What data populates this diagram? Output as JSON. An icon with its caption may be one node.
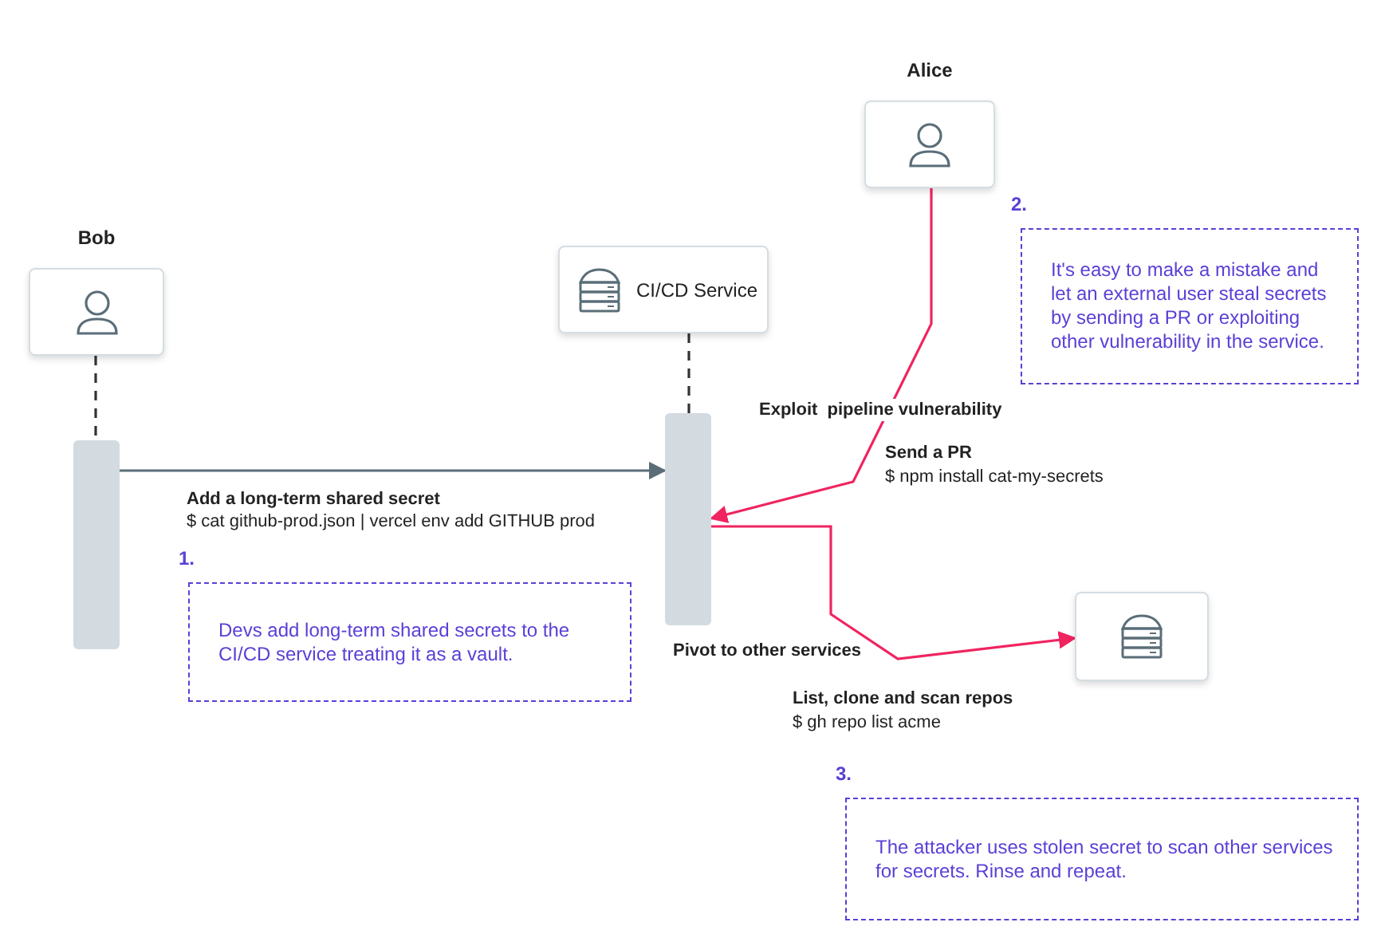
{
  "diagram": {
    "nodes": [
      {
        "text": [
          "Bob"
        ]
      },
      {
        "text": [
          "CI/CD Service"
        ]
      },
      {
        "text": [
          "Alice"
        ]
      },
      {
        "text": [],
        "shape": "box"
      },
      {
        "text": [],
        "shape": "bar"
      },
      {
        "text": [],
        "shape": "bar"
      },
      {
        "text": [
          "1.",
          "Devs add long-term shared secrets to the CI/CD service treating it as a vault."
        ]
      },
      {
        "text": [
          "2.",
          "It's easy to make a mistake and let an external user steal secrets by sending a PR or exploiting other vulnerability in the service."
        ]
      },
      {
        "text": [
          "3.",
          "The attacker uses stolen secret to scan other services for secrets. Rinse and repeat."
        ]
      }
    ],
    "edges": [
      {
        "from": 0,
        "to": 4,
        "arrow": "none",
        "style": "dashed"
      },
      {
        "from": 1,
        "to": 5,
        "arrow": "none",
        "style": "dashed"
      },
      {
        "from": 4,
        "to": 5,
        "arrow": "to",
        "label": "Add a long-term shared secret"
      },
      {
        "from": 2,
        "to": 5,
        "arrow": "to",
        "label": "Exploit  pipeline vulnerability",
        "color": "#f0245f"
      },
      {
        "from": 5,
        "to": 3,
        "arrow": "to",
        "label": "Pivot to other services",
        "color": "#f0245f"
      }
    ],
    "labels": [
      "$ cat github-prod.json | vercel env add GITHUB prod",
      "Send a PR",
      "$ npm install cat-my-secrets",
      "List, clone and scan repos",
      "$ gh repo list acme"
    ]
  }
}
